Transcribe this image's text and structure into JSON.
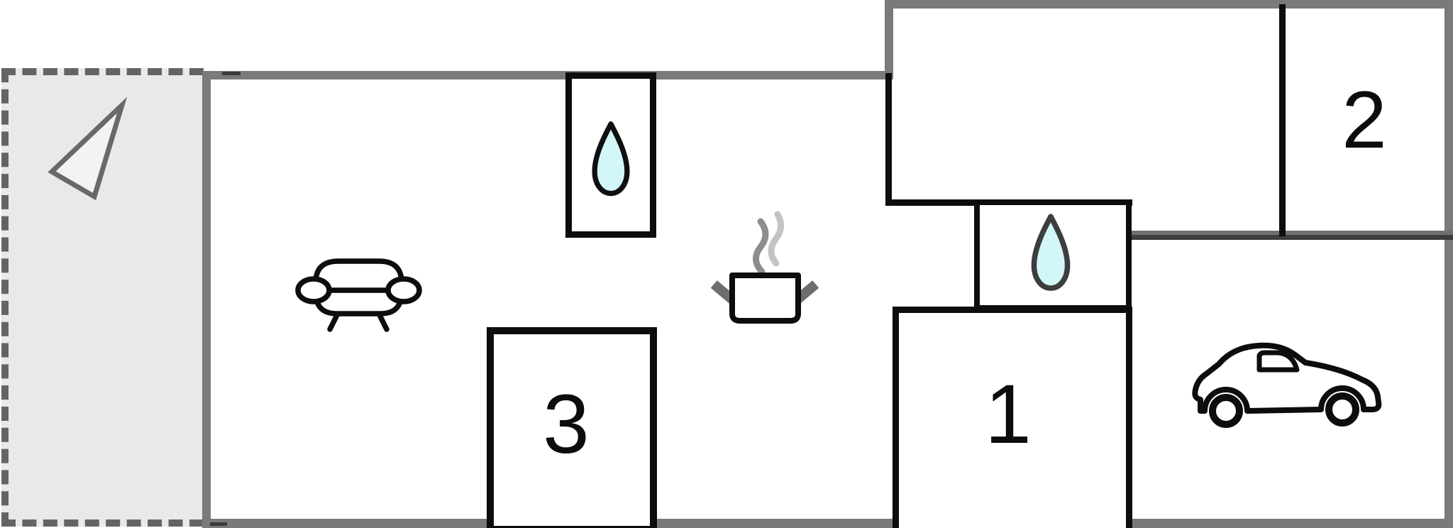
{
  "plan": {
    "type": "residential-floor-plan",
    "rooms": [
      {
        "id": "terrace",
        "label": "",
        "features": [
          "direction-arrow-icon"
        ]
      },
      {
        "id": "living-kitchen",
        "label": "",
        "features": [
          "sofa-icon",
          "cooking-pot-icon",
          "steam-icon"
        ]
      },
      {
        "id": "bathroom-1",
        "label": "",
        "features": [
          "water-drop-icon"
        ]
      },
      {
        "id": "room-3",
        "label": "3"
      },
      {
        "id": "hall-room",
        "label": ""
      },
      {
        "id": "bathroom-2",
        "label": "",
        "features": [
          "water-drop-icon"
        ]
      },
      {
        "id": "room-1",
        "label": "1"
      },
      {
        "id": "room-2",
        "label": "2"
      },
      {
        "id": "garage",
        "label": "",
        "features": [
          "car-icon"
        ]
      }
    ],
    "colors": {
      "background": "#ffffff",
      "wall_gray": "#7a7a7a",
      "wall_dark": "#3d3d3d",
      "wall_black": "#0d0d0d",
      "terrace_fill": "#e9e9e9",
      "terrace_dash": "#646464",
      "water_drop_fill": "#d3f6f8",
      "steam_dark": "#8d8d8d",
      "steam_light": "#c4c4c4",
      "pot_handle_gray": "#6e6e6e",
      "arrow_stroke": "#696969",
      "arrow_fill": "#f3f3f3"
    }
  }
}
